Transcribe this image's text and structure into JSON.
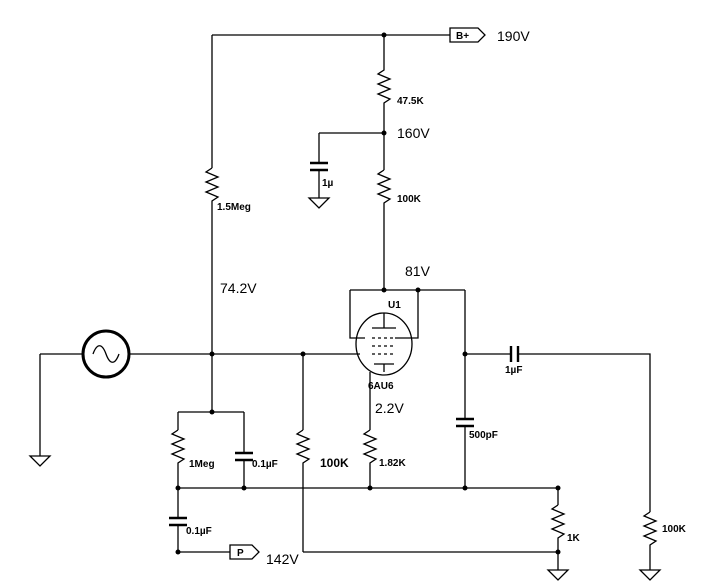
{
  "nodes": {
    "b_plus": {
      "port_label": "B+",
      "voltage": "190V"
    },
    "dropper": "160V",
    "plate": "81V",
    "grid": "74.2V",
    "cathode": "2.2V",
    "screen_return": {
      "port_label": "P",
      "voltage": "142V"
    }
  },
  "components": {
    "r_supply": "47.5K",
    "c_decouple": "1µ",
    "r_plate": "100K",
    "r_grid_bias": "1.5Meg",
    "tube_ref": "U1",
    "tube_model": "6AU6",
    "c_out": "1µF",
    "c_shunt": "500pF",
    "r_grid_leak": "1Meg",
    "c_bias": "0.1µF",
    "r_input": "100K",
    "r_cathode": "1.82K",
    "c_return": "0.1µF",
    "r_ground": "1K",
    "r_load": "100K"
  },
  "icons": {
    "source": "ac-source-icon",
    "ground": "ground-icon",
    "tube": "pentode-icon"
  }
}
